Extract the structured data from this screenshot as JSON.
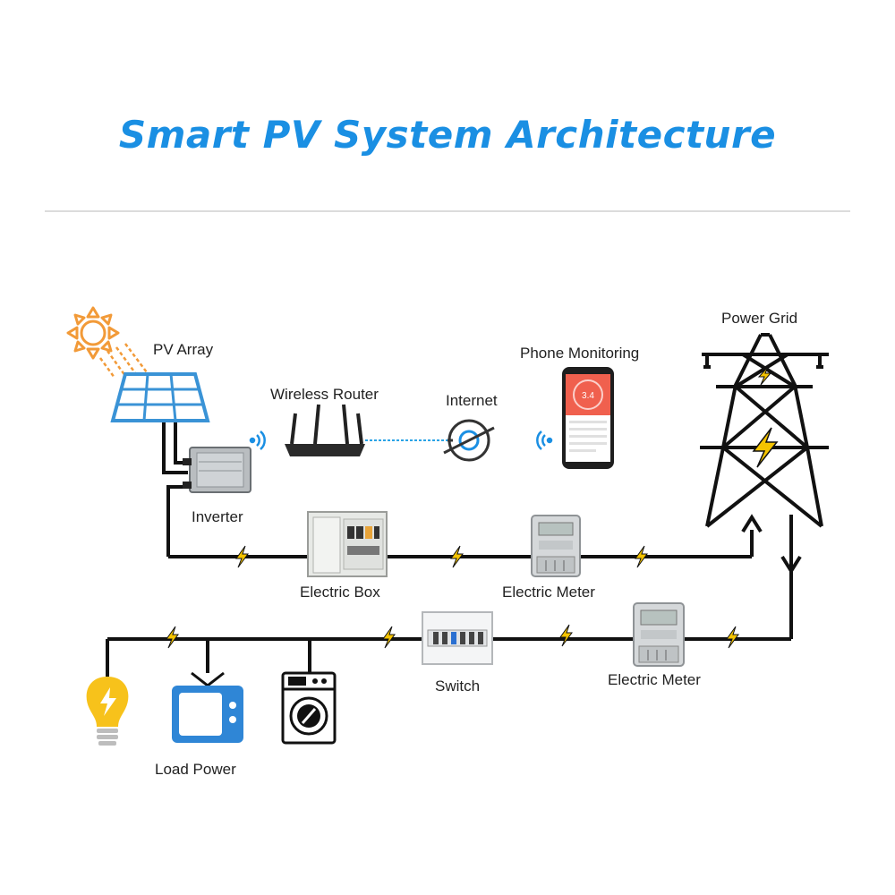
{
  "title": "Smart PV System Architecture",
  "colors": {
    "title": "#1a8fe3",
    "wire": "#111111",
    "bolt": "#f5c400",
    "wifi": "#1a8fe3",
    "link": "#2aa3e6",
    "panel": "#3a93d6",
    "sun": "#f29a38",
    "phone_accent": "#f0604e",
    "bulb": "#f7c21b",
    "tv": "#2f86d6"
  },
  "labels": {
    "pv_array": "PV Array",
    "wireless_router": "Wireless Router",
    "internet": "Internet",
    "phone_monitoring": "Phone Monitoring",
    "power_grid": "Power Grid",
    "inverter": "Inverter",
    "electric_box": "Electric Box",
    "electric_meter_top": "Electric Meter",
    "switch": "Switch",
    "electric_meter_bottom": "Electric Meter",
    "load_power": "Load Power"
  },
  "phone_screen_value": "3.4",
  "icons": [
    "sun-icon",
    "solar-panel-icon",
    "wifi-signal-icon",
    "router-icon",
    "internet-globe-icon",
    "smartphone-icon",
    "transmission-tower-icon",
    "inverter-icon",
    "electric-box-icon",
    "electric-meter-icon",
    "switch-panel-icon",
    "light-bulb-icon",
    "tv-icon",
    "washing-machine-icon",
    "lightning-bolt-icon",
    "arrow-up-icon",
    "arrow-down-icon"
  ]
}
